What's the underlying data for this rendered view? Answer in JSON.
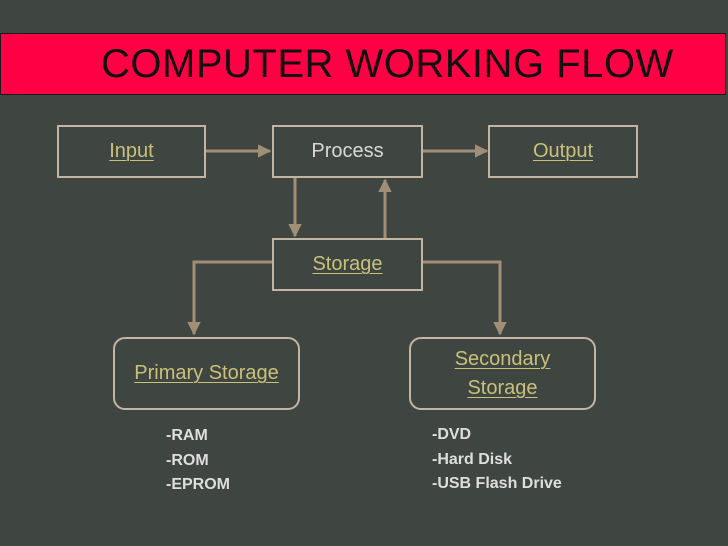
{
  "title": "COMPUTER WORKING FLOW",
  "nodes": {
    "input": "Input",
    "process": "Process",
    "output": "Output",
    "storage": "Storage",
    "primary_storage": "Primary Storage",
    "secondary_storage": [
      "Secondary",
      "Storage"
    ]
  },
  "primary_list": [
    "-RAM",
    "-ROM",
    "-EPROM"
  ],
  "secondary_list": [
    "-DVD",
    "-Hard Disk",
    "-USB Flash Drive"
  ],
  "colors": {
    "background": "#3f4541",
    "banner": "#ff0044",
    "box_border": "#c2b6a3",
    "arrow": "#a08f76",
    "link_text": "#c9c17a",
    "plain_text": "#d8d8d8"
  }
}
